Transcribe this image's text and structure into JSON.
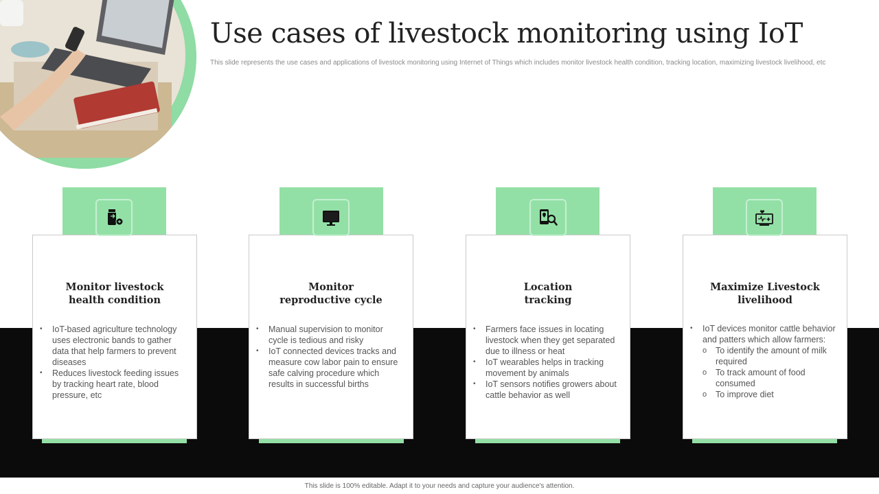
{
  "header": {
    "title": "Use cases of livestock monitoring using IoT",
    "subtitle": "This slide represents the use cases and applications of livestock monitoring using Internet of Things which includes monitor livestock health condition, tracking location, maximizing livestock livelihood, etc"
  },
  "cards": [
    {
      "icon": "health-bottle-icon",
      "heading_line1": "Monitor livestock",
      "heading_line2": "health condition",
      "bullets": [
        "IoT-based agriculture technology uses electronic bands to gather data that help farmers to prevent diseases",
        "Reduces livestock feeding issues by tracking heart rate, blood pressure, etc"
      ]
    },
    {
      "icon": "monitor-icon",
      "heading_line1": "Monitor",
      "heading_line2": "reproductive cycle",
      "bullets": [
        "Manual supervision to monitor cycle is tedious and risky",
        "IoT connected devices tracks and measure cow labor pain to ensure safe calving procedure which results in successful births"
      ]
    },
    {
      "icon": "location-search-icon",
      "heading_line1": "Location",
      "heading_line2": "tracking",
      "bullets": [
        "Farmers face issues in locating livestock when they get separated due to illness or heat",
        "IoT wearables helps in tracking movement  by animals",
        "IoT sensors notifies growers about cattle behavior  as well"
      ]
    },
    {
      "icon": "health-screen-icon",
      "heading_line1": "Maximize Livestock",
      "heading_line2": "livelihood",
      "bullets": [
        "IoT devices monitor cattle behavior  and patters which allow farmers:"
      ],
      "sub_bullets": [
        "To identify the amount of milk required",
        "To track amount of food consumed",
        "To improve  diet"
      ]
    }
  ],
  "footer": {
    "text": "This slide is 100% editable. Adapt it to your needs and capture your audience's attention."
  },
  "colors": {
    "accent_green": "#93e0a6",
    "dark_band": "#0b0b0b",
    "title_text": "#222222"
  }
}
